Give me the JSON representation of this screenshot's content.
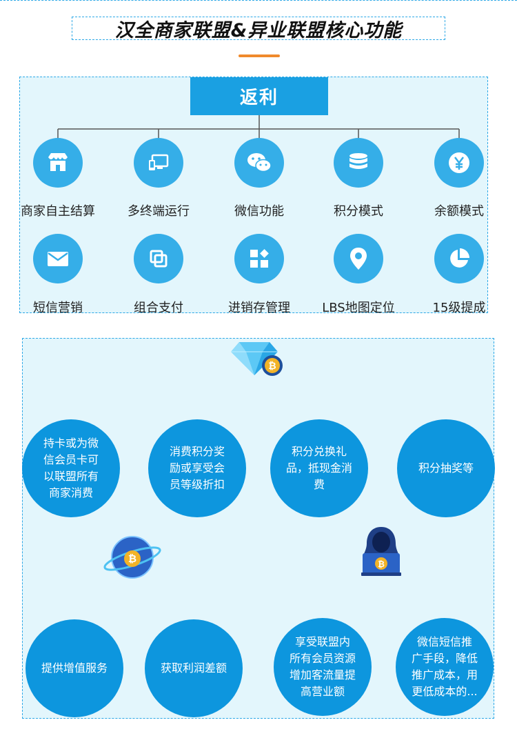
{
  "title": "汉全商家联盟&异业联盟核心功能",
  "rebate": {
    "label": "返利"
  },
  "features": [
    {
      "label": "商家自主结算",
      "icon": "storefront-icon"
    },
    {
      "label": "多终端运行",
      "icon": "multi-device-icon"
    },
    {
      "label": "微信功能",
      "icon": "wechat-icon"
    },
    {
      "label": "积分模式",
      "icon": "database-icon"
    },
    {
      "label": "余额模式",
      "icon": "yen-icon"
    },
    {
      "label": "短信营销",
      "icon": "envelope-icon"
    },
    {
      "label": "组合支付",
      "icon": "layers-icon"
    },
    {
      "label": "进销存管理",
      "icon": "grid-icon"
    },
    {
      "label": "LBS地图定位",
      "icon": "map-pin-icon"
    },
    {
      "label": "15级提成",
      "icon": "pie-chart-icon"
    }
  ],
  "group1": {
    "icon": "diamond-bitcoin-icon",
    "items": [
      {
        "lines": [
          "持卡或为微",
          "信会员卡可",
          "以联盟所有",
          "商家消费"
        ]
      },
      {
        "lines": [
          "消费积分奖",
          "励或享受会",
          "员等级折扣"
        ]
      },
      {
        "lines": [
          "积分兑换礼",
          "品，抵现金消费"
        ]
      },
      {
        "lines": [
          "积分抽奖等"
        ]
      }
    ]
  },
  "group2": {
    "icon": "globe-bitcoin-icon",
    "items": [
      {
        "lines": [
          "提供增值服务"
        ]
      },
      {
        "lines": [
          "获取利润差额"
        ]
      }
    ]
  },
  "group3": {
    "icon": "hacker-laptop-icon",
    "items": [
      {
        "lines": [
          "享受联盟内",
          "所有会员资源",
          "增加客流量提",
          "高营业额"
        ]
      },
      {
        "lines": [
          "微信短信推",
          "广手段，降低",
          "推广成本，用",
          "更低成本的..."
        ]
      }
    ]
  },
  "colors": {
    "accent": "#f08a2c",
    "primary": "#1aa0e2",
    "bubble": "#0d96de",
    "panel": "#e3f6fc"
  }
}
